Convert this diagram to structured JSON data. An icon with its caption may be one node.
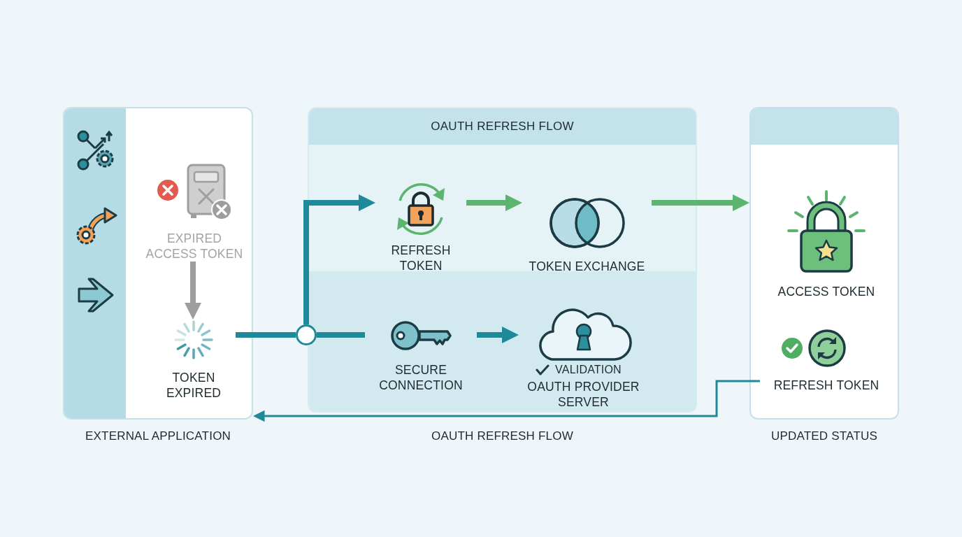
{
  "diagram": {
    "nodes": [
      {
        "text": [
          "EXTERNAL APPLICATION"
        ]
      },
      {
        "text": [
          "EXPIRED ACCESS TOKEN"
        ],
        "in": 0
      },
      {
        "text": [
          "TOKEN EXPIRED"
        ],
        "in": 0
      },
      {
        "text": [
          "OAUTH REFRESH FLOW",
          "OAUTH REFRESH FLOW"
        ]
      },
      {
        "text": [
          "REFRESH TOKEN"
        ],
        "in": 3
      },
      {
        "text": [
          "TOKEN EXCHANGE"
        ],
        "in": 3
      },
      {
        "text": [
          "SECURE CONNECTION"
        ],
        "in": 3
      },
      {
        "text": [
          "VALIDATION",
          "OAUTH PROVIDER SERVER"
        ],
        "in": 3
      },
      {
        "text": [],
        "shape": "circle"
      },
      {
        "text": [
          "UPDATED STATUS"
        ]
      },
      {
        "text": [
          "ACCESS TOKEN"
        ],
        "in": 9
      },
      {
        "text": [
          "REFRESH TOKEN"
        ],
        "in": 9
      }
    ],
    "edges": [
      {
        "from": 1,
        "to": 2,
        "arrow": "to",
        "color": "#9e9e9e"
      },
      {
        "from": 2,
        "to": 8,
        "arrow": "none"
      },
      {
        "from": 8,
        "to": 4,
        "arrow": "to"
      },
      {
        "from": 8,
        "to": 6,
        "arrow": "none"
      },
      {
        "from": 6,
        "to": 7,
        "arrow": "to"
      },
      {
        "from": 4,
        "to": 5,
        "arrow": "to",
        "color": "#5cb56e"
      },
      {
        "from": 5,
        "to": 9,
        "arrow": "to",
        "color": "#5cb56e"
      },
      {
        "from": 11,
        "to": 0,
        "arrow": "to"
      }
    ]
  }
}
